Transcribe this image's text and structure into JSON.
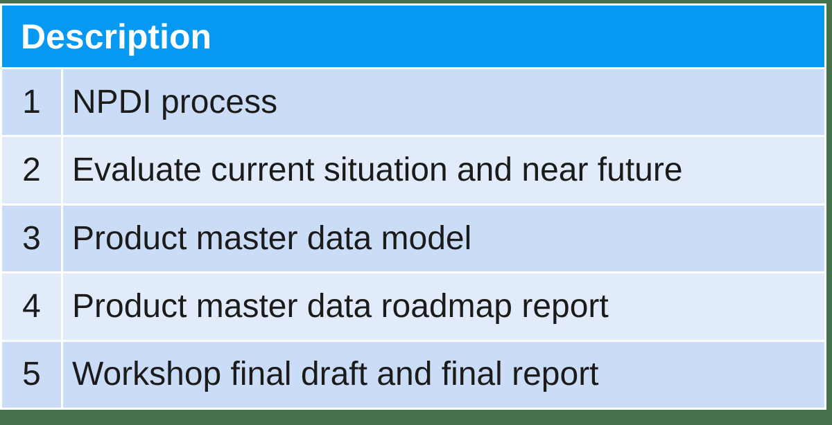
{
  "page": {
    "background_color": "#47714D",
    "sheet_color": "#FFFFFF"
  },
  "table": {
    "header": {
      "label": "Description",
      "background_color": "#0599F2",
      "text_color": "#FFFFFF"
    },
    "row_colors": {
      "odd": "#CBDDF6",
      "even": "#E2EBF9"
    },
    "text_color": "#1B1B1B",
    "rows": [
      {
        "num": "1",
        "description": "NPDI process"
      },
      {
        "num": "2",
        "description": "Evaluate current situation and near future"
      },
      {
        "num": "3",
        "description": "Product master data model"
      },
      {
        "num": "4",
        "description": "Product master data roadmap report"
      },
      {
        "num": "5",
        "description": "Workshop final draft and final report"
      }
    ]
  }
}
